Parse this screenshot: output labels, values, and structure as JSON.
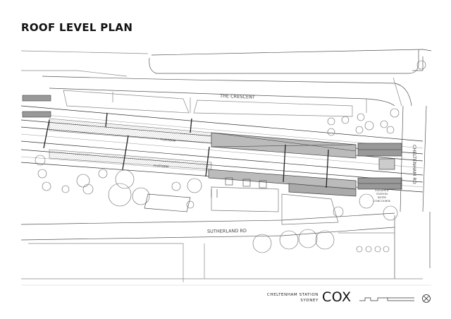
{
  "title": "ROOF LEVEL PLAN",
  "labels": {
    "the_crescent": "THE CRESCENT",
    "cheltenham_rd": "CHELTENHAM RD",
    "sutherland_rd": "SUTHERLAND RD",
    "platform_upper": "PLATFORM",
    "platform_lower": "PLATFORM",
    "elevated_concourse": [
      "ELEVATED",
      "STATION",
      "ENTRY",
      "CONCOURSE"
    ]
  },
  "project": {
    "name": "CHELTENHAM STATION",
    "city": "SYDNEY"
  },
  "logo_text": "COX",
  "icons": [
    "north-arrow-icon",
    "scale-bar-icon"
  ]
}
